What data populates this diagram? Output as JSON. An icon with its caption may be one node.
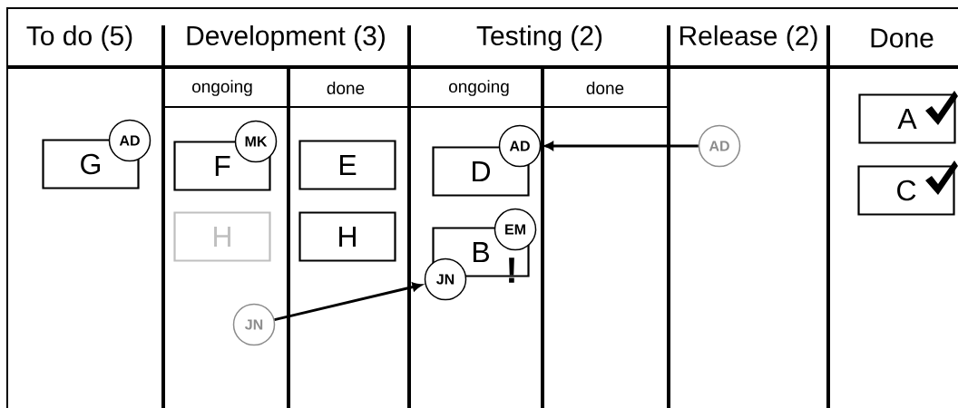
{
  "diagram": {
    "nodes": [
      {
        "text": [
          "G"
        ]
      },
      {
        "text": [
          "AD"
        ]
      },
      {
        "text": [
          "F"
        ]
      },
      {
        "text": [
          "MK"
        ]
      },
      {
        "text": [
          "E"
        ]
      },
      {
        "text": [
          "D"
        ]
      },
      {
        "text": [
          "AD"
        ]
      },
      {
        "text": [
          "AD"
        ]
      },
      {
        "text": [
          "A"
        ]
      },
      {
        "text": [
          "C"
        ]
      },
      {
        "text": [
          "H"
        ]
      },
      {
        "text": [
          "H"
        ]
      },
      {
        "text": [
          "B"
        ]
      },
      {
        "text": [
          "EM"
        ]
      },
      {
        "text": [
          "JN"
        ]
      },
      {
        "text": [
          "JN"
        ]
      }
    ],
    "edges": [
      {
        "from": 7,
        "to": 6,
        "arrow": "to"
      },
      {
        "from": 15,
        "to": 14,
        "arrow": "to"
      }
    ],
    "labels": [
      "To do (5)",
      "Development (3)",
      "Testing (2)",
      "Release (2)",
      "Done",
      "ongoing",
      "done",
      "ongoing",
      "done",
      "!"
    ]
  }
}
